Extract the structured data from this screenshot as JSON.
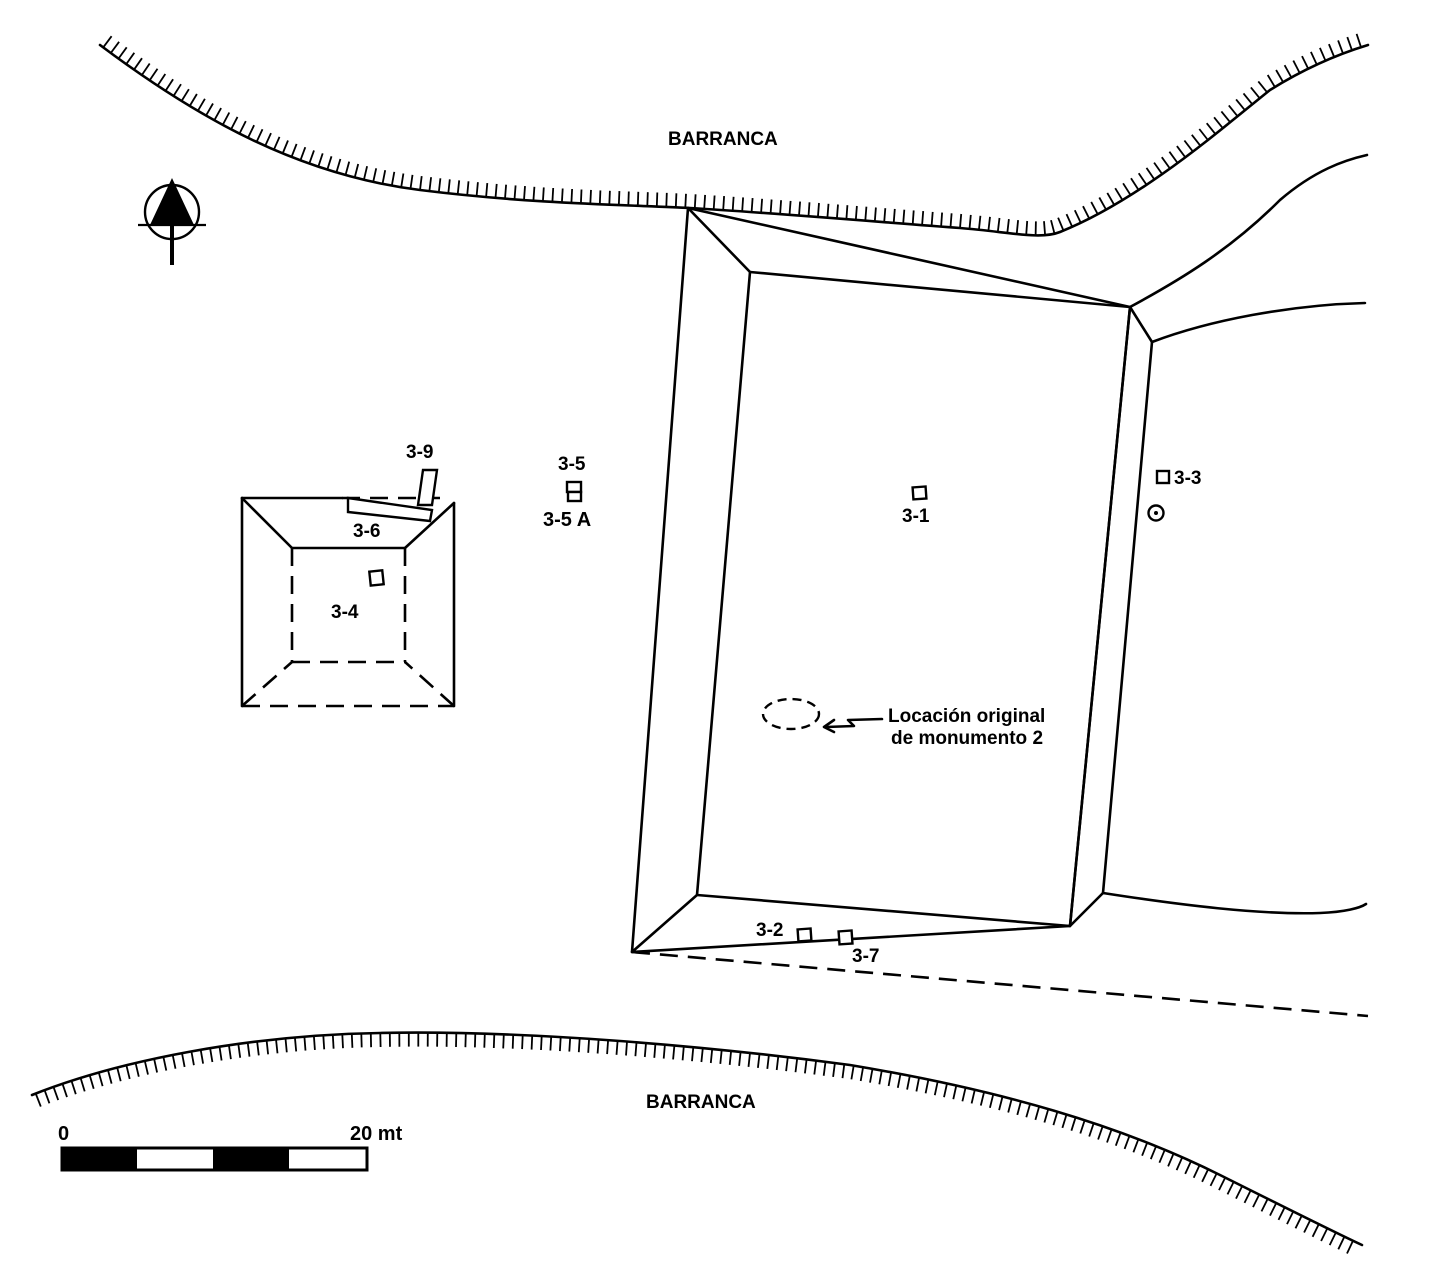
{
  "labels": {
    "barranca_north": "BARRANCA",
    "barranca_south": "BARRANCA",
    "location_line1": "Locación original",
    "location_line2": "de monumento 2"
  },
  "monuments": {
    "m3_1": "3-1",
    "m3_2": "3-2",
    "m3_3": "3-3",
    "m3_4": "3-4",
    "m3_5": "3-5",
    "m3_5a": "3-5 A",
    "m3_6": "3-6",
    "m3_7": "3-7",
    "m3_9": "3-9"
  },
  "scale": {
    "start": "0",
    "end": "20 mt"
  },
  "icons": {
    "north_arrow": "north-arrow-icon"
  }
}
